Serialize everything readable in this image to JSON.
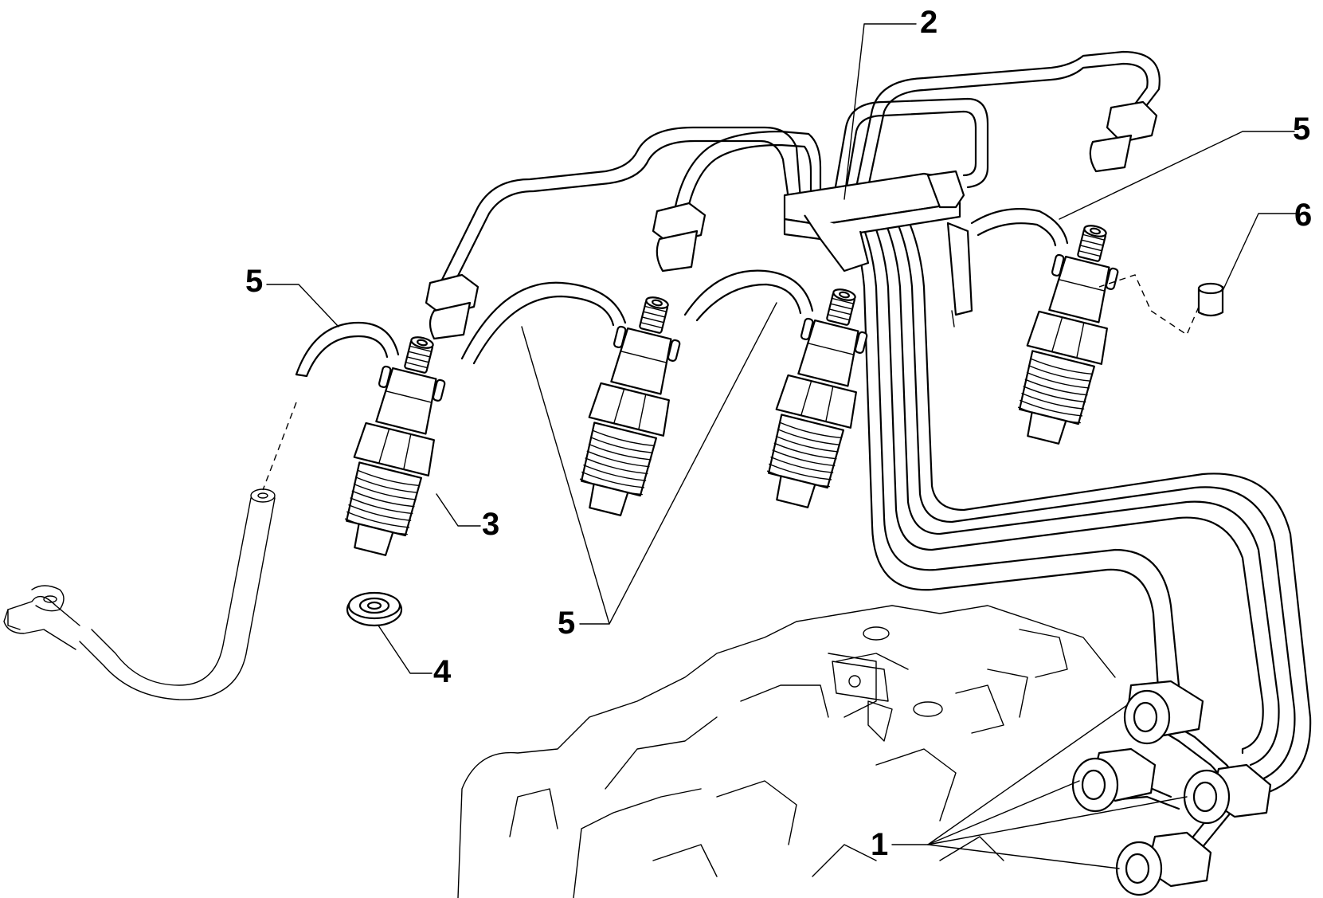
{
  "callouts": {
    "c1": "1",
    "c2": "2",
    "c3": "3",
    "c4": "4",
    "c5_left": "5",
    "c5_bottom": "5",
    "c5_right": "5",
    "c6": "6"
  }
}
